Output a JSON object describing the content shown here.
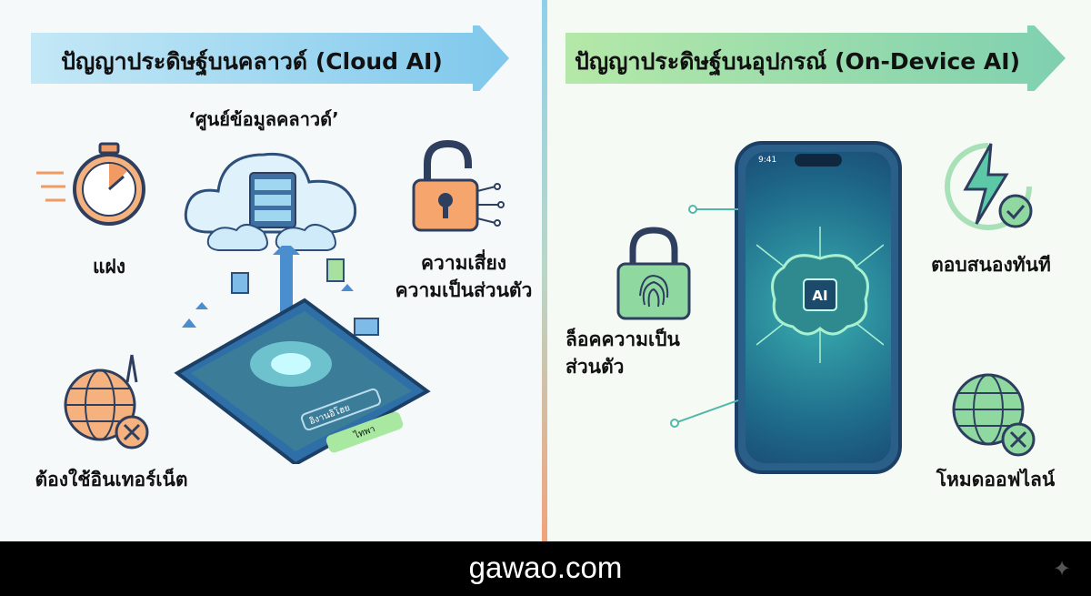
{
  "left": {
    "title": "ปัญญาประดิษฐ์บนคลาวด์ (Cloud AI)",
    "cloud_label": "‘ศูนย์ข้อมูลคลาวด์’",
    "latency_label": "แฝง",
    "privacy_label_1": "ความเสี่ยง",
    "privacy_label_2": "ความเป็นส่วนตัว",
    "internet_label": "ต้องใช้อินเทอร์เน็ต",
    "phone_input": "อิงานอิโฮย",
    "phone_button": "ไทพา"
  },
  "right": {
    "title": "ปัญญาประดิษฐ์บนอุปกรณ์ (On-Device AI)",
    "lock_label_1": "ล็อคความเป็น",
    "lock_label_2": "ส่วนตัว",
    "instant_label": "ตอบสนองทันที",
    "offline_label": "โหมดออฟไลน์",
    "phone_time": "9:41",
    "chip_label": "AI"
  },
  "footer": {
    "brand": "gawao.com"
  },
  "colors": {
    "cloud_banner": "#8fd0ee",
    "device_banner": "#8fdcb0",
    "accent_orange": "#f29a63",
    "accent_green": "#4fbf8a"
  }
}
